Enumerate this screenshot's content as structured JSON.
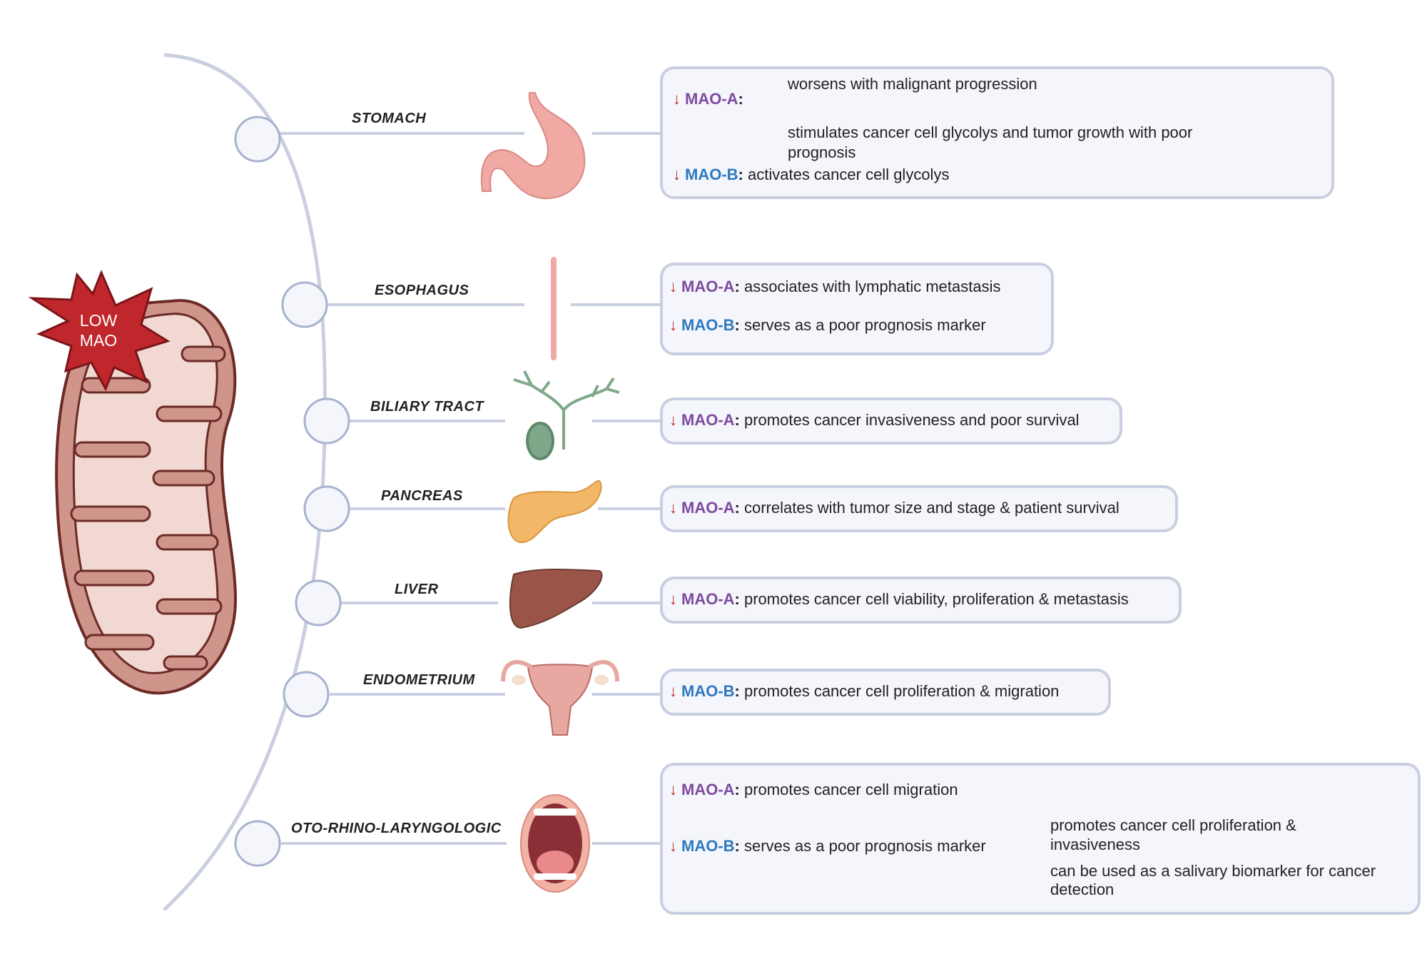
{
  "low_mao_badge": [
    "LOW",
    "MAO"
  ],
  "markers": {
    "arrow": "↓",
    "mao_a": "MAO-A",
    "mao_b": "MAO-B"
  },
  "organs": [
    {
      "name": "STOMACH"
    },
    {
      "name": "ESOPHAGUS"
    },
    {
      "name": "BILIARY TRACT"
    },
    {
      "name": "PANCREAS"
    },
    {
      "name": "LIVER"
    },
    {
      "name": "ENDOMETRIUM"
    },
    {
      "name": "OTO-RHINO-LARYNGOLOGIC"
    }
  ],
  "effects": {
    "stomach": {
      "mao_a_sub": [
        "worsens with malignant progression",
        "stimulates cancer cell glycolys and tumor growth with poor",
        "prognosis"
      ],
      "mao_b": "activates cancer cell glycolys"
    },
    "esophagus": {
      "mao_a": "associates with lymphatic metastasis",
      "mao_b": "serves as a poor prognosis marker"
    },
    "biliary_tract": {
      "mao_a": "promotes cancer invasiveness and poor survival"
    },
    "pancreas": {
      "mao_a": "correlates with tumor size and stage & patient survival"
    },
    "liver": {
      "mao_a": "promotes cancer cell viability, proliferation & metastasis"
    },
    "endometrium": {
      "mao_b": "promotes cancer cell proliferation & migration"
    },
    "orl": {
      "mao_a": "promotes cancer cell migration",
      "mao_b": "serves as a poor prognosis marker",
      "mao_b_sub": [
        "promotes cancer cell proliferation &",
        "invasiveness",
        "can be used as a salivary biomarker for cancer",
        "detection"
      ]
    }
  },
  "colors": {
    "connector": "#c9cfe0",
    "mao_a": "#7e4aa0",
    "mao_b": "#2f78c0",
    "arrow": "#c0272d",
    "badge": "#c0272d",
    "mitochondrion_outer": "#cf948a",
    "mitochondrion_inner": "#f1d8d2"
  },
  "icons": [
    "mitochondrion-icon",
    "stomach-icon",
    "esophagus-icon",
    "biliary-tract-icon",
    "pancreas-icon",
    "liver-icon",
    "uterus-icon",
    "mouth-icon"
  ]
}
